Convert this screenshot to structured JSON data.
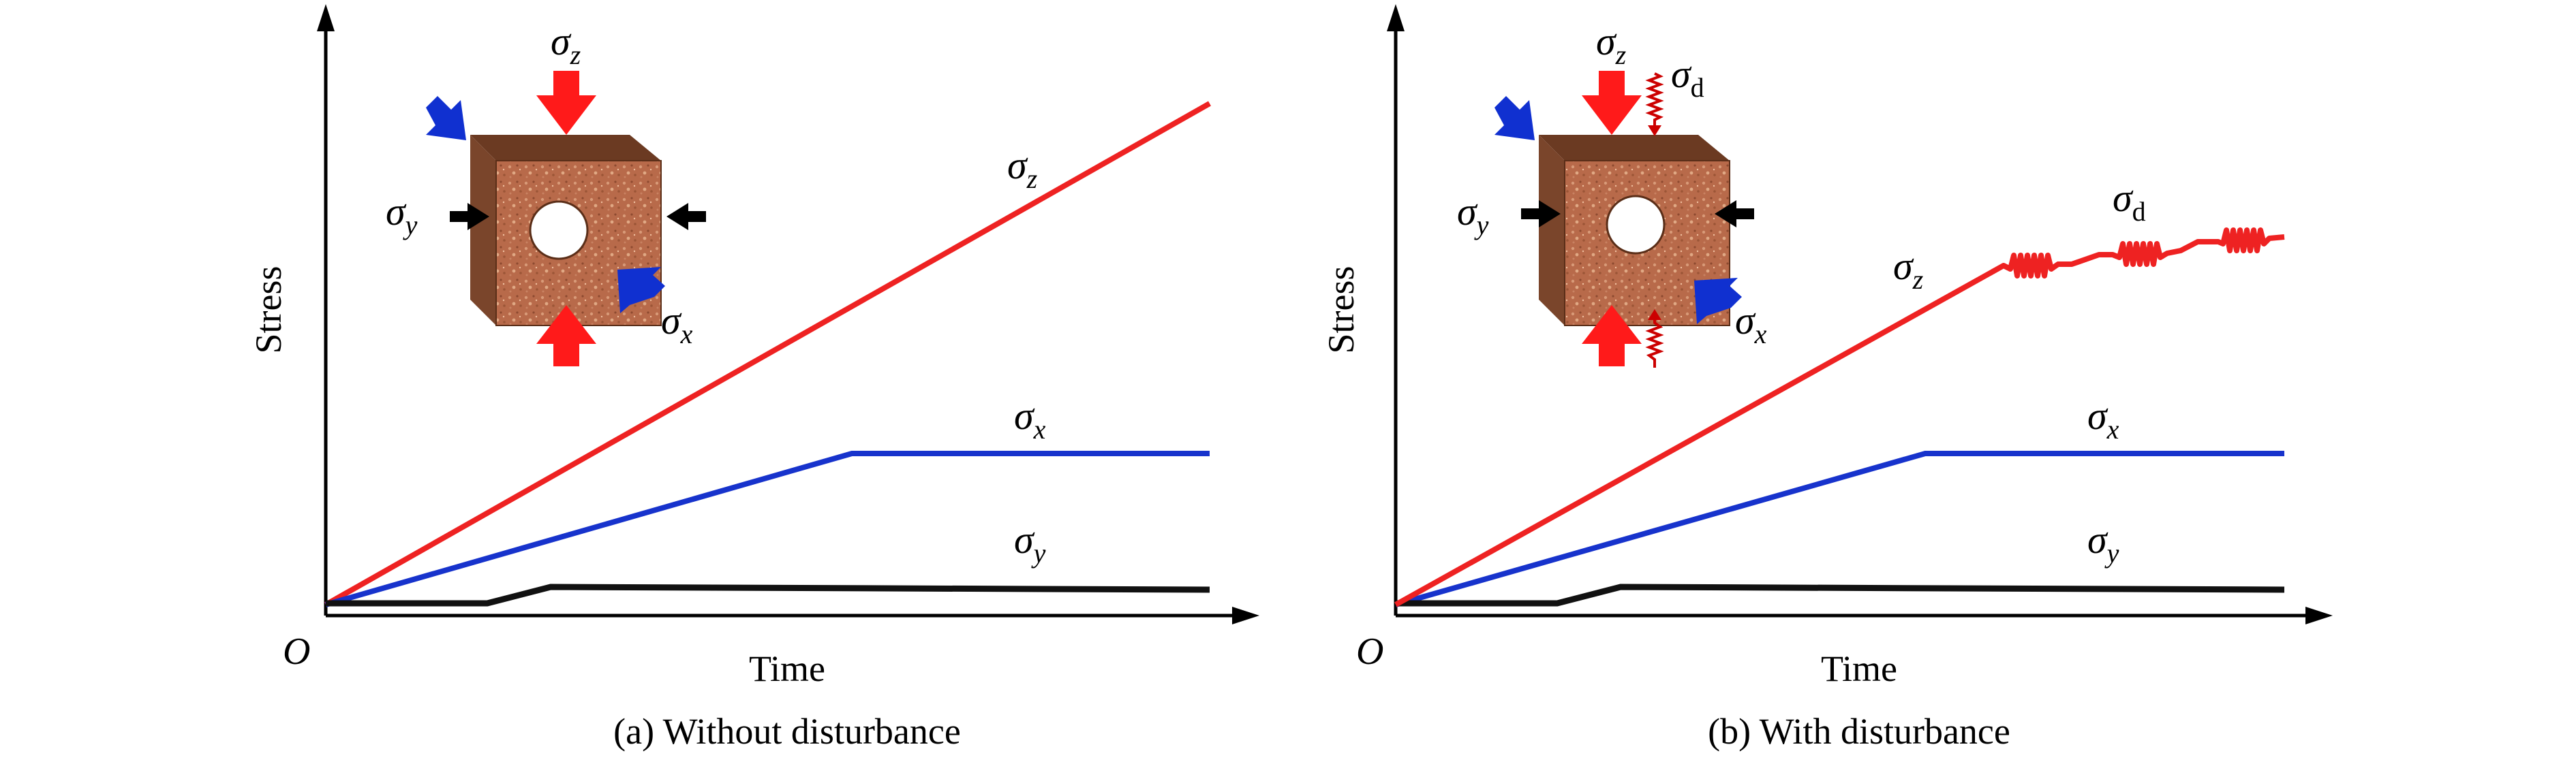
{
  "origin_label": "O",
  "colors": {
    "sigma_z": "#ee2222",
    "sigma_x": "#1733cc",
    "sigma_y": "#111111",
    "block_face": "#b86a4a",
    "block_top": "#6b3a22",
    "block_side": "#7a452b",
    "arrow_red": "#ff1a1a",
    "arrow_blue": "#1030d0",
    "arrow_black": "#000000"
  },
  "panels": [
    {
      "caption": "(a) Without disturbance",
      "x_axis_label": "Time",
      "y_axis_label": "Stress",
      "curve_labels": {
        "z": "z",
        "x": "x",
        "y": "y"
      },
      "block_labels": {
        "z": "z",
        "x": "x",
        "y": "y"
      },
      "disturbance": false
    },
    {
      "caption": "(b) With disturbance",
      "x_axis_label": "Time",
      "y_axis_label": "Stress",
      "curve_labels": {
        "z": "z",
        "x": "x",
        "y": "y",
        "d": "d"
      },
      "block_labels": {
        "z": "z",
        "x": "x",
        "y": "y",
        "d": "d"
      },
      "disturbance": true
    }
  ]
}
